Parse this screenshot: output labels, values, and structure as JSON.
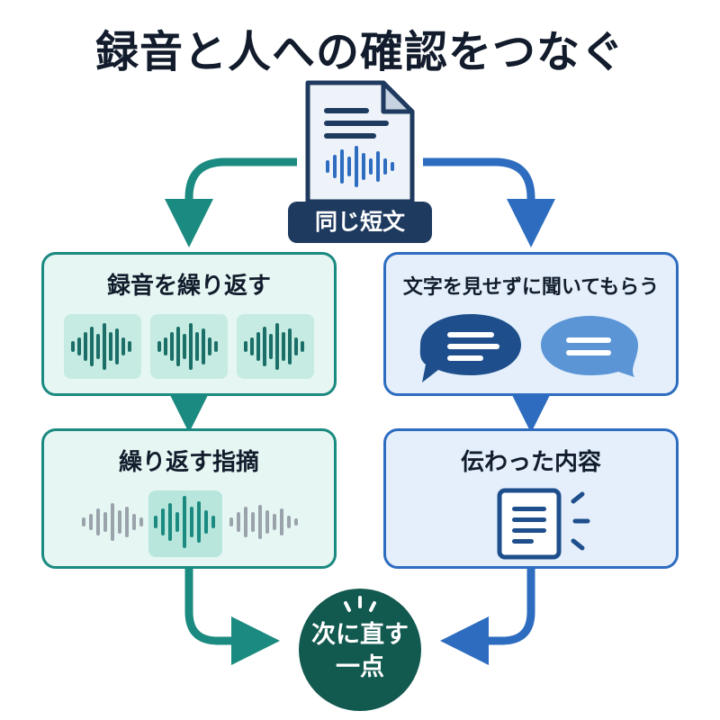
{
  "title": "録音と人への確認をつなぐ",
  "source": {
    "tag": "同じ短文"
  },
  "left": {
    "top_box": {
      "label": "録音を繰り返す"
    },
    "bottom_box": {
      "label": "繰り返す指摘"
    }
  },
  "right": {
    "top_box": {
      "label": "文字を見せずに聞いてもらう"
    },
    "bottom_box": {
      "label": "伝わった内容"
    }
  },
  "goal": {
    "line1": "次に直す",
    "line2": "一点"
  },
  "colors": {
    "teal": "#1b8a80",
    "teal_bg": "#e6f6f3",
    "blue": "#2e6cc0",
    "blue_bg": "#e4effb",
    "navy": "#1e3a5f",
    "goal": "#12594f"
  },
  "icons": [
    "document-audio-icon",
    "waveform-icon",
    "speech-bubble-icon",
    "text-card-icon",
    "sparkle-icon"
  ]
}
